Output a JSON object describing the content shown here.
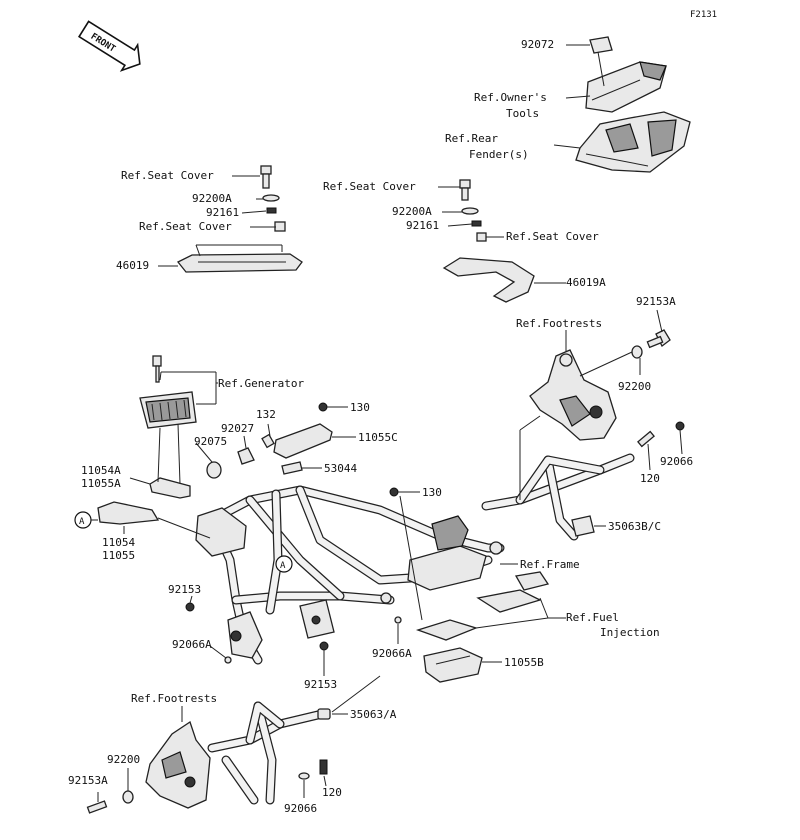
{
  "figure_code": "F2131",
  "front_badge": "FRONT",
  "labels": {
    "p92072": "92072",
    "ref_owners_tools_1": "Ref.Owner's",
    "ref_owners_tools_2": "Tools",
    "ref_rear_fender_1": "Ref.Rear",
    "ref_rear_fender_2": "Fender(s)",
    "ref_seat_cover_l1": "Ref.Seat Cover",
    "p92200a_l": "92200A",
    "p92161_l": "92161",
    "ref_seat_cover_l2": "Ref.Seat Cover",
    "p46019": "46019",
    "ref_seat_cover_r1": "Ref.Seat Cover",
    "p92200a_r": "92200A",
    "p92161_r": "92161",
    "ref_seat_cover_r2": "Ref.Seat Cover",
    "p46019a": "46019A",
    "p92153a_top": "92153A",
    "ref_footrests_top": "Ref.Footrests",
    "p92200_top": "92200",
    "ref_generator": "Ref.Generator",
    "p130_a": "130",
    "p132": "132",
    "p92027": "92027",
    "p11055c": "11055C",
    "p92075": "92075",
    "p53044": "53044",
    "p92066_top": "92066",
    "p120_top": "120",
    "p11054a": "11054A",
    "p11055a": "11055A",
    "p130_b": "130",
    "p35063bc": "35063B/C",
    "circle_a_left": "A",
    "p11054": "11054",
    "p11055": "11055",
    "circle_a_mid": "A",
    "ref_frame": "Ref.Frame",
    "p92153_l": "92153",
    "ref_fuel_inj_1": "Ref.Fuel",
    "ref_fuel_inj_2": "Injection",
    "p92066a_l": "92066A",
    "p92066a_r": "92066A",
    "p11055b": "11055B",
    "p92153_b": "92153",
    "ref_footrests_bot": "Ref.Footrests",
    "p35063a": "35063/A",
    "p92200_bot": "92200",
    "p92153a_bot": "92153A",
    "p120_bot": "120",
    "p92066_bot": "92066"
  }
}
